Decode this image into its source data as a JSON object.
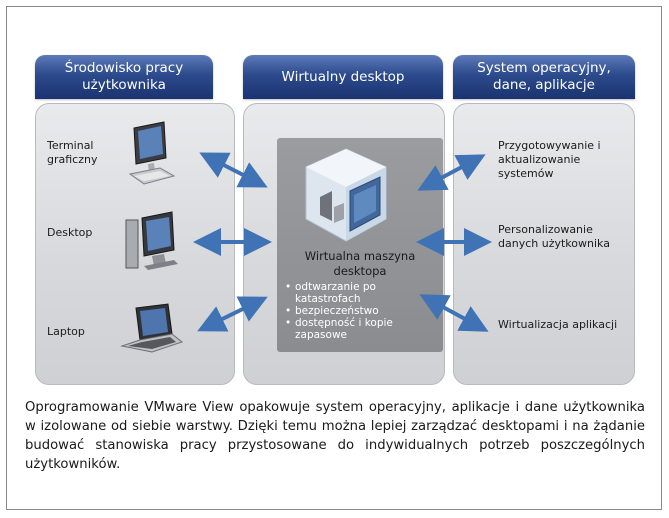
{
  "headers": {
    "left": "Środowisko pracy użytkownika",
    "center": "Wirtualny desktop",
    "right": "System operacyjny, dane, aplikacje"
  },
  "left_items": [
    "Terminal graficzny",
    "Desktop",
    "Laptop"
  ],
  "center": {
    "title": "Wirtualna maszyna desktopa",
    "bullets": [
      "odtwarzanie po katastrofach",
      "bezpieczeństwo",
      "dostępność i kopie zapasowe"
    ]
  },
  "right_items": [
    "Przygotowywanie i aktualizowanie systemów",
    "Personalizowanie danych użytkownika",
    "Wirtualizacja aplikacji"
  ],
  "caption": "Oprogramowanie VMware View opakowuje system operacyjny, aplikacje i dane użytkownika w izolowane od siebie warstwy. Dzięki temu można lepiej zarządzać desktopami i na żądanie budować stanowiska pracy przystosowane do indywidualnych potrzeb poszczególnych użytkowników.",
  "colors": {
    "header": "#2c4b8c",
    "arrow": "#3f73b5"
  },
  "icons": [
    "terminal-icon",
    "desktop-icon",
    "laptop-icon",
    "virtual-machine-cube-icon"
  ]
}
